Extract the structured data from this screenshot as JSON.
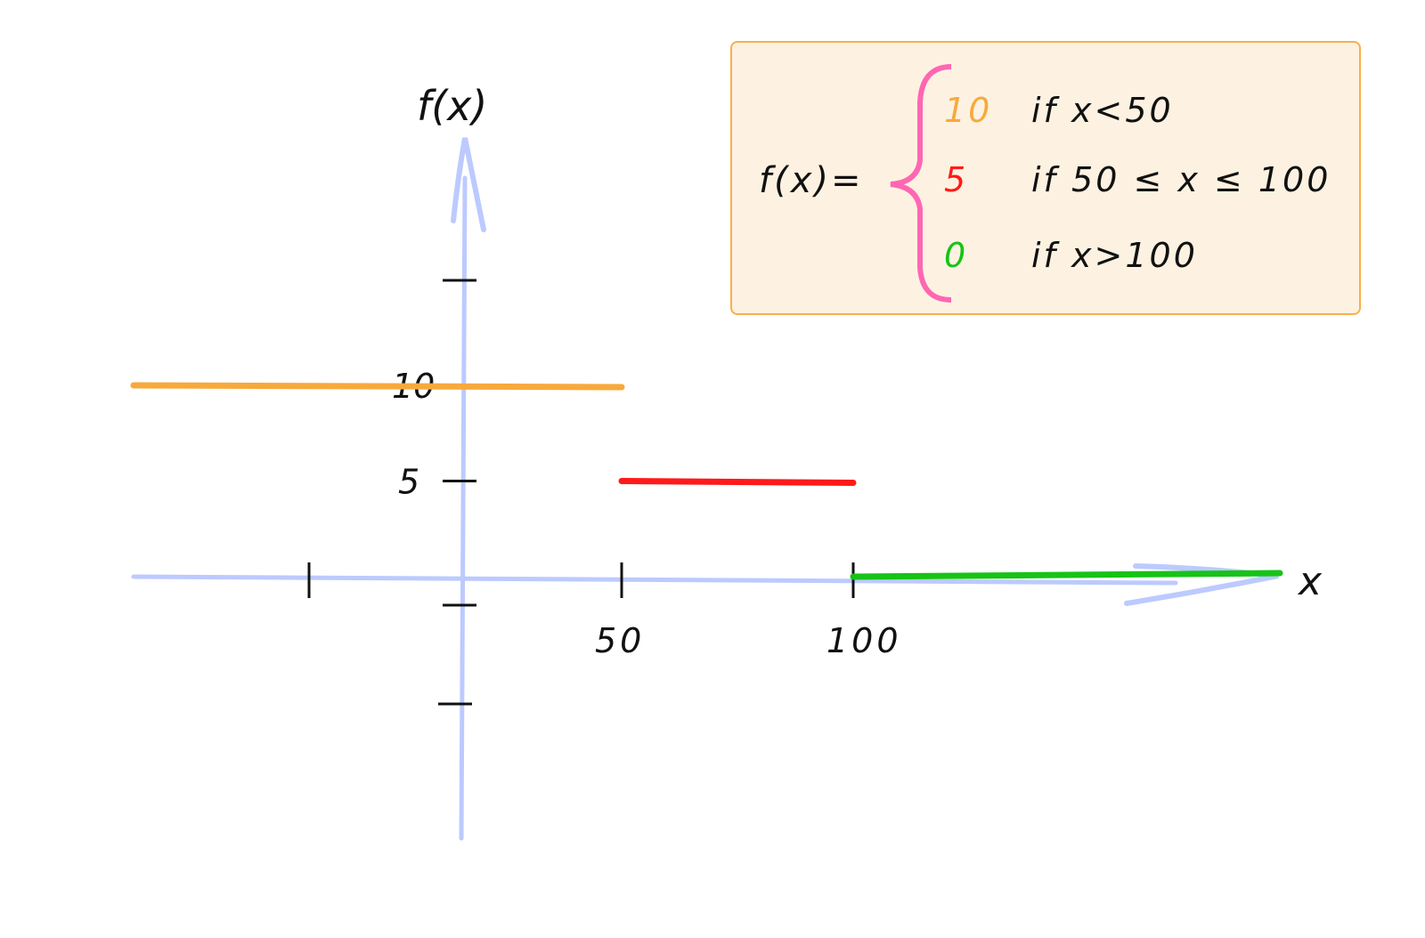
{
  "chart_data": {
    "type": "line",
    "title": "",
    "xlabel": "x",
    "ylabel": "f(x)",
    "x_ticks": [
      "",
      "50",
      "100"
    ],
    "x_tick_values": [
      0,
      50,
      100
    ],
    "y_ticks": [
      "",
      "10",
      "5",
      ""
    ],
    "y_tick_values": [
      15,
      10,
      5,
      -2
    ],
    "grid": false,
    "series": [
      {
        "x": [
          -70,
          50
        ],
        "y": [
          10,
          10
        ],
        "color": "#f8a93c"
      },
      {
        "x": [
          50,
          100
        ],
        "y": [
          5,
          5
        ],
        "color": "#ff1a1a"
      },
      {
        "x": [
          100,
          190
        ],
        "y": [
          0,
          0
        ],
        "color": "#17c317"
      }
    ],
    "axis_color": "#bccaff"
  },
  "formula": {
    "lhs": "f(x)=",
    "brace_color": "#ff66b3",
    "cases": [
      {
        "value": "10",
        "condition": "if x<50",
        "color": "#f8a93c"
      },
      {
        "value": "5",
        "condition": "if 50 ≤ x ≤ 100",
        "color": "#ff1a1a"
      },
      {
        "value": "0",
        "condition": "if x>100",
        "color": "#17c317"
      }
    ]
  }
}
